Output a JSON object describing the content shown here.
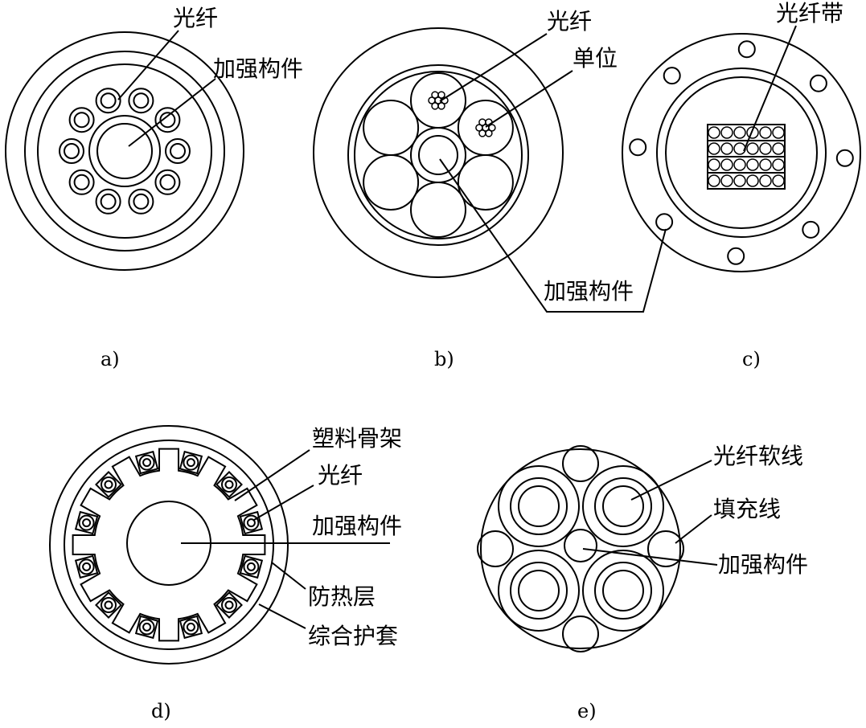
{
  "panels": {
    "a": {
      "caption": "a)",
      "fiber_label": "光纤",
      "strength_label": "加强构件"
    },
    "b": {
      "caption": "b)",
      "fiber_label": "光纤",
      "unit_label": "单位",
      "strength_label": "加强构件"
    },
    "c": {
      "caption": "c)",
      "ribbon_label": "光纤带"
    },
    "d": {
      "caption": "d)",
      "skeleton_label": "塑料骨架",
      "fiber_label": "光纤",
      "strength_label": "加强构件",
      "heat_layer_label": "防热层",
      "sheath_label": "综合护套"
    },
    "e": {
      "caption": "e)",
      "cord_label": "光纤软线",
      "filler_label": "填充线",
      "strength_label": "加强构件"
    }
  },
  "colors": {
    "stroke": "#000000",
    "background": "#ffffff"
  }
}
